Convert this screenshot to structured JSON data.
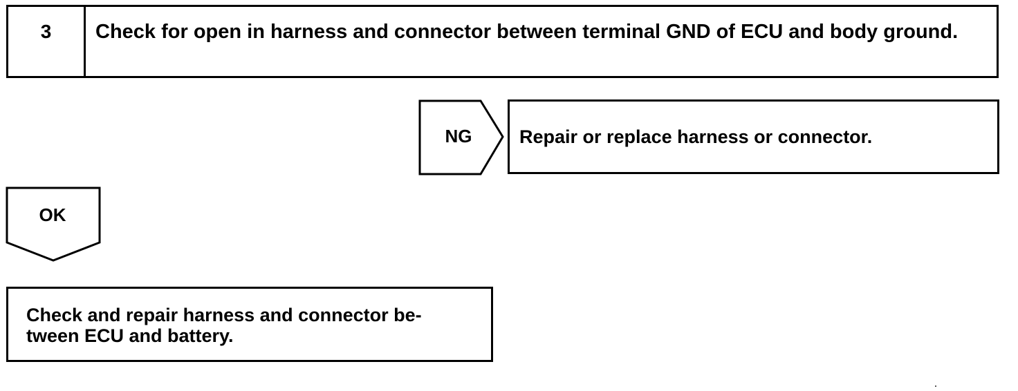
{
  "step": {
    "number": "3",
    "title": "Check for open in harness and connector between terminal GND of ECU and body ground."
  },
  "ng_branch": {
    "label": "NG",
    "result": "Repair or replace harness or connector."
  },
  "ok_branch": {
    "label": "OK",
    "result": "Check and repair harness and connector be-\ntween ECU and battery."
  }
}
